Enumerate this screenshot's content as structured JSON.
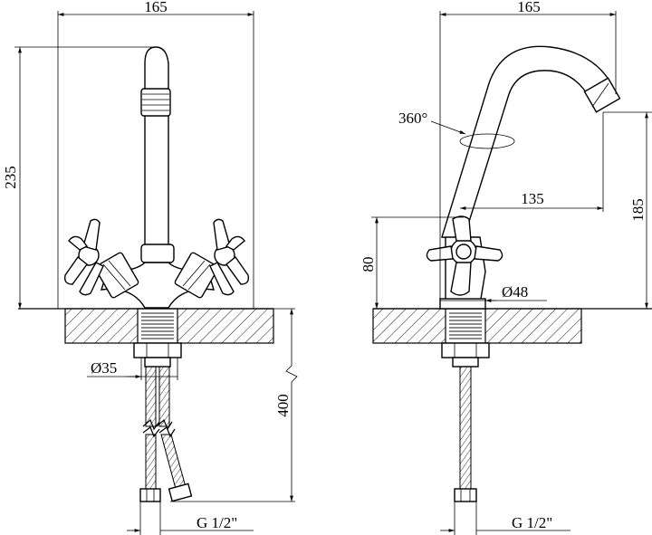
{
  "front_view": {
    "width_label": "165",
    "height_label": "235",
    "outlet_diameter_label": "Ø35",
    "hose_length_label": "400",
    "thread_label": "G 1/2\""
  },
  "side_view": {
    "width_label": "165",
    "rotation_label": "360°",
    "reach_label": "135",
    "spout_height_label": "185",
    "handle_height_label": "80",
    "base_diameter_label": "Ø48",
    "thread_label": "G 1/2\""
  }
}
